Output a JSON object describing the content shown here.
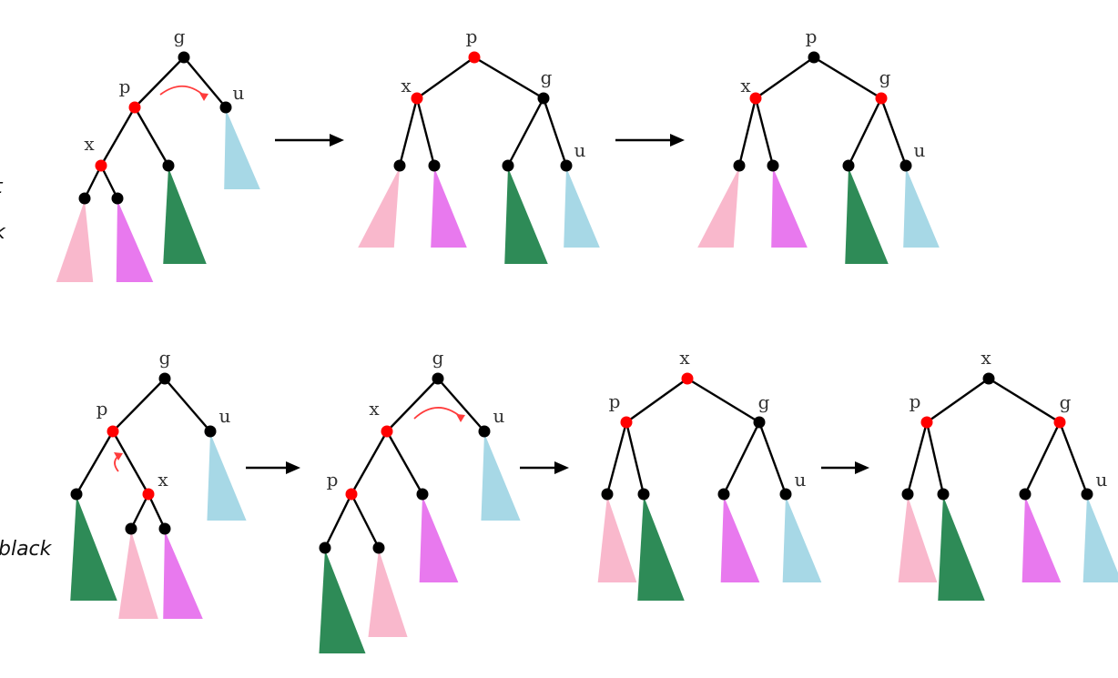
{
  "margin_notes": {
    "top_1": "t",
    "top_2": "k",
    "bottom": "black"
  },
  "colors": {
    "red_node": "#ff0000",
    "black_node": "#000000",
    "rotation_arrow": "#ff3b3b",
    "subtree_pink": "#f9b8cc",
    "subtree_violet": "#e879ee",
    "subtree_green": "#2e8b57",
    "subtree_blue": "#a7d8e6"
  },
  "case_line": {
    "steps": [
      {
        "labels": [
          "g",
          "p",
          "x",
          "u"
        ],
        "red_nodes": [
          "p",
          "x"
        ],
        "rotation_arrow": true
      },
      {
        "labels": [
          "p",
          "x",
          "g",
          "u"
        ],
        "red_nodes": [
          "p",
          "x"
        ],
        "rotation_arrow": false
      },
      {
        "labels": [
          "p",
          "x",
          "g",
          "u"
        ],
        "red_nodes": [
          "x",
          "g"
        ],
        "rotation_arrow": false
      }
    ]
  },
  "case_triangle": {
    "steps": [
      {
        "labels": [
          "g",
          "p",
          "u",
          "x"
        ],
        "red_nodes": [
          "p",
          "x"
        ],
        "rotation_arrow": true
      },
      {
        "labels": [
          "g",
          "x",
          "u",
          "p"
        ],
        "red_nodes": [
          "x",
          "p"
        ],
        "rotation_arrow": true
      },
      {
        "labels": [
          "x",
          "p",
          "g",
          "u"
        ],
        "red_nodes": [
          "x",
          "p"
        ],
        "rotation_arrow": false
      },
      {
        "labels": [
          "x",
          "p",
          "g",
          "u"
        ],
        "red_nodes": [
          "p",
          "g"
        ],
        "rotation_arrow": false
      }
    ]
  }
}
